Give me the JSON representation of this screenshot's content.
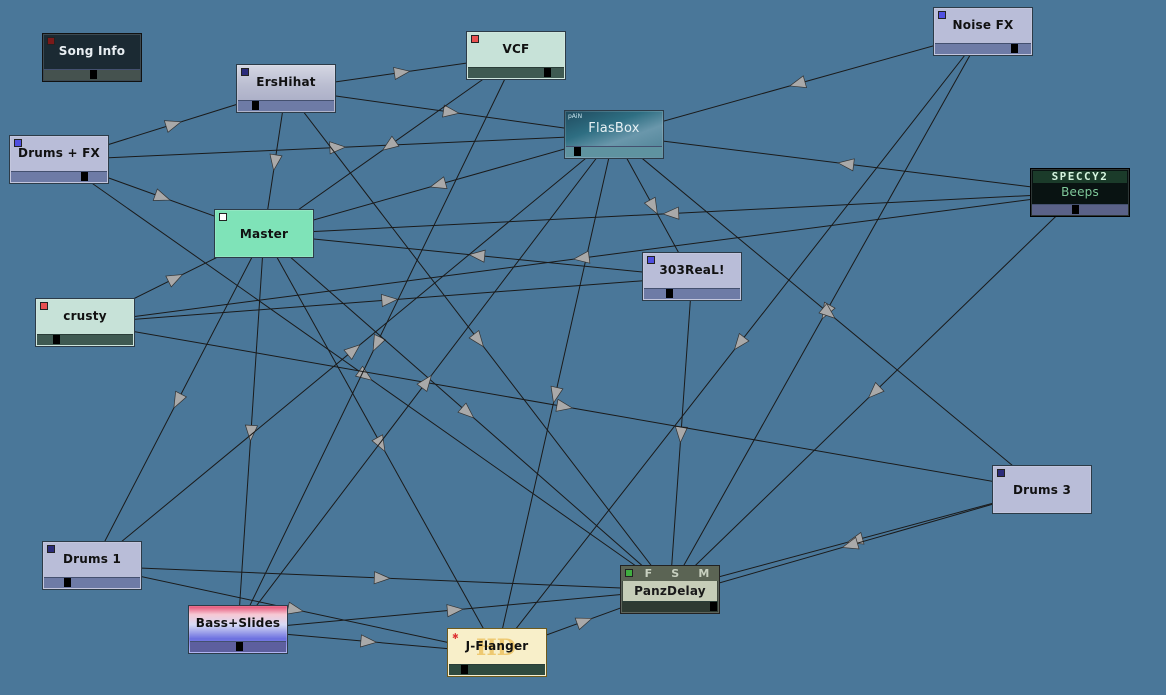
{
  "canvas": {
    "background": "#4a7799",
    "wire_color": "#1a1a1a",
    "arrow_color": "#a9a9a9"
  },
  "machines": {
    "song_info": {
      "label": "Song Info"
    },
    "ershihat": {
      "label": "ErsHihat",
      "led": "#2b2b7a"
    },
    "vcf": {
      "label": "VCF",
      "led": "#e85050"
    },
    "noise_fx": {
      "label": "Noise FX",
      "led": "#5050e0"
    },
    "drums_fx": {
      "label": "Drums + FX",
      "led": "#5050e0"
    },
    "flasbox": {
      "label": "FlasBox",
      "badge": "pAiN"
    },
    "speccy": {
      "logo": "SPECCY2",
      "label": "Beeps"
    },
    "master": {
      "label": "Master",
      "led": "#ffffff"
    },
    "303real": {
      "label": "303ReaL!",
      "led": "#5050e0"
    },
    "crusty": {
      "label": "crusty",
      "led": "#e85050"
    },
    "drums3": {
      "label": "Drums 3",
      "led": "#2b2b7a"
    },
    "drums1": {
      "label": "Drums 1",
      "led": "#2b2b7a"
    },
    "panzdelay": {
      "label": "PanzDelay",
      "f": "F",
      "s": "S",
      "m": "M",
      "led": "#3fae3f"
    },
    "bassslides": {
      "label": "Bass+Slides"
    },
    "jflanger": {
      "label": "J-Flanger"
    }
  }
}
